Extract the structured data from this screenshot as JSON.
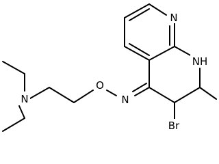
{
  "structure": {
    "atom_labels": {
      "n_pyridine": "N",
      "nh": "NH",
      "n_oxime": "N",
      "o_oxime": "O",
      "n_amine": "N",
      "br": "Br"
    }
  },
  "colors": {
    "bond": "#000000",
    "background": "#ffffff"
  }
}
